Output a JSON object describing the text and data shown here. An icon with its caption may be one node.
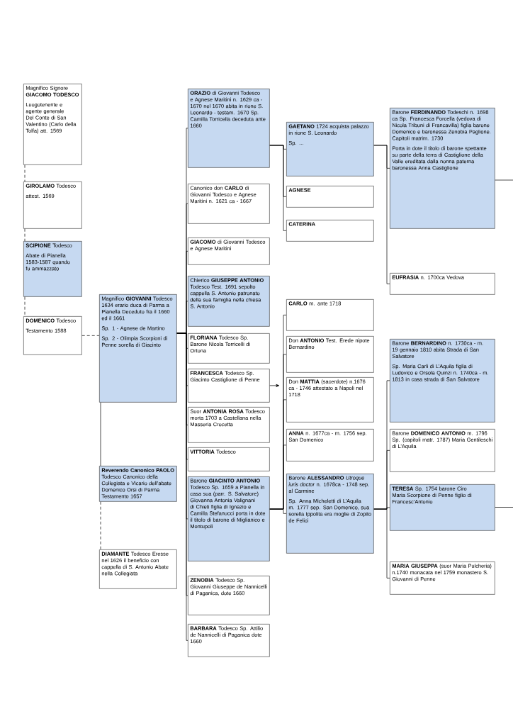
{
  "diagram": {
    "nodes": [
      {
        "text": [
          "Magnifico Signore **GIACOMO TODESCO**",
          "Luogotenente e agente generale Del Conte di San Valentino (Carlo della Tolfa) att. 1569"
        ]
      },
      {
        "text": [
          "**GIROLAMO** Todesco",
          "attest. 1569"
        ]
      },
      {
        "text": [
          "**SCIPIONE** Todesco",
          "Abate di Pianella 1583-1587 quando fu ammazzato"
        ]
      },
      {
        "text": [
          "**DOMENICO** Todesco",
          "Testamento 1588"
        ]
      },
      {
        "text": [
          "Magnifico **GIOVANNI** Todesco 1634 erario duca di Parma a Pianella Deceduto fra il 1660 ed il 1661",
          "Sp. 1 - Agnese de Martino",
          "Sp. 2 - Olimpia Scorpioni di Penne sorella di Giacinto"
        ]
      },
      {
        "text": [
          "**Reverendo Canonico PAOLO** Todesco Canonico della Collegiata e Vicario dell’abate Domenico Orsi di Parma Testamento 1657"
        ]
      },
      {
        "text": [
          "**DIAMANTE** Todesco Eresse nel 1626 il beneficio con cappella di S. Antonio Abate nella Collegiata"
        ]
      },
      {
        "text": [
          "**ORAZIO** di Giovanni Todesco e Agnese Maritini n. 1629 ca - 1670 nel 1670 abita in rione S. Leonardo - testam. 1670 Sp. Camilla Torricella deceduta ante 1660"
        ]
      },
      {
        "text": [
          "Canonico don **CARLO** di Giovanni Todesco e Agnese Maritini n. 1621 ca - 1667"
        ]
      },
      {
        "text": [
          "**GIACOMO** di Giovanni Todesco e Agnese Maritini"
        ]
      },
      {
        "text": [
          "Chierico **GIUSEPPE ANTONIO** Todesco Test. 1691 sepolto cappella S. Antonio patronato della sua famiglia nella chiesa S. Antonio"
        ]
      },
      {
        "text": [
          "**FLORIANA** Todesco Sp. Barone Nicola Torricelli di Ortona"
        ]
      },
      {
        "text": [
          "**FRANCESCA** Todesco Sp. Giacinto Castiglione di Penne"
        ]
      },
      {
        "text": [
          "Suor **ANTONIA ROSA** Todesco morta 1703 a Castellana nella Masseria Crocetta"
        ]
      },
      {
        "text": [
          "**VITTORIA** Todesco"
        ]
      },
      {
        "text": [
          "Barone **GIACINTO ANTONIO** Todesco Sp. 1659 a Pianella in casa sua (parr. S. Salvatore) Giovanna Antonia Valignani di Chieti figlia di Ignazio e Camilla Stefanucci porta in dote il titolo di barone di Miglianico e Montupoli"
        ]
      },
      {
        "text": [
          "**ZENOBIA** Todesco Sp. Giovanni Giuseppe de Nannicelli di Paganica, dote 1660"
        ]
      },
      {
        "text": [
          "**BARBARA** Todesco Sp. Attilio de Nannicelli di Paganica dote 1660"
        ]
      },
      {
        "text": [
          "**GAETANO** 1724 acquista palazzo in rione S. Leonardo",
          "Sp. ..."
        ]
      },
      {
        "text": [
          "AGNESE"
        ]
      },
      {
        "text": [
          "CATERINA"
        ]
      },
      {
        "text": [
          "**CARLO** m. ante 1718"
        ]
      },
      {
        "text": [
          "Don **ANTONIO** Test. Erede nipote Bernardino"
        ]
      },
      {
        "text": [
          "Don **MATTIA** (sacerdote) n.1676 ca - 1746 attestato a Napoli nel 1718"
        ]
      },
      {
        "text": [
          "**ANNA** n. 1677ca - m. 1756 sep. San Domenico"
        ]
      },
      {
        "text": [
          "Barone **ALESSANDRO** *Utroque iuris doctor* n. 1678ca - 1748 sep. al Carmine",
          "Sp. Anna Micheletti di L’Aquila m. 1777 sep. San Domenico, sua sorella Ippolita era moglie di Zopito de Felici"
        ]
      },
      {
        "text": [
          "Barone **FERDINANDO** Todeschi n. 1698 ca Sp. Francesca Forcella (vedova di Nicola Tribuni di Francavilla) figlia barone Domenico e baronessa Zenobia Paglione. Capitoli matrim. 1730",
          "Porta in dote il titolo di barone spettante su parte della terra di Castiglione della Valle ereditata dalla nonna paterna baronessa Anna Castiglione"
        ]
      },
      {
        "text": [
          "**EUFRASIA** n. 1700ca Vedova"
        ]
      },
      {
        "text": [
          "Barone **BERNARDINO** n. 1730ca - m. 19 gennaio 1810 abita Strada di San Salvatore",
          "Sp. Maria Carli di L’Aquila figlia di Ludovico e Orsola Quinzi n. 1740ca - m. 1813 in casa strada di San Salvatore"
        ]
      },
      {
        "text": [
          "Barone **DOMENICO ANTONIO** m. 1796 Sp. (capitoli matr. 1787) Maria Gentileschi di L’Aquila"
        ]
      },
      {
        "text": [
          "**TERESA** Sp. 1754 barone Ciro Maria Scorpione di Penne figlio di Francesc’Antonio"
        ]
      },
      {
        "text": [
          "**MARIA GIUSEPPA** (suor Maria Pulcheria) n.1740 monacata nel 1759 monastero S. Giovanni di Penne"
        ]
      }
    ],
    "edges": [
      {
        "from": 0,
        "to": 1,
        "arrow": "none",
        "style": "dashed"
      },
      {
        "from": 1,
        "to": 2,
        "arrow": "none",
        "style": "dashed"
      },
      {
        "from": 2,
        "to": 3,
        "arrow": "none",
        "style": "dashed"
      },
      {
        "from": 3,
        "to": 4,
        "arrow": "none",
        "style": "dashed"
      },
      {
        "from": 4,
        "to": 5,
        "arrow": "none"
      },
      {
        "from": 5,
        "to": 6,
        "arrow": "none",
        "style": "dashed"
      },
      {
        "from": 4,
        "to": 7,
        "arrow": "none"
      },
      {
        "from": 4,
        "to": 8,
        "arrow": "none"
      },
      {
        "from": 4,
        "to": 9,
        "arrow": "none"
      },
      {
        "from": 4,
        "to": 10,
        "arrow": "none"
      },
      {
        "from": 4,
        "to": 11,
        "arrow": "none"
      },
      {
        "from": 4,
        "to": 12,
        "arrow": "none"
      },
      {
        "from": 4,
        "to": 13,
        "arrow": "none"
      },
      {
        "from": 4,
        "to": 14,
        "arrow": "none"
      },
      {
        "from": 4,
        "to": 15,
        "arrow": "none"
      },
      {
        "from": 4,
        "to": 16,
        "arrow": "none"
      },
      {
        "from": 4,
        "to": 17,
        "arrow": "none"
      },
      {
        "from": 7,
        "to": 18,
        "arrow": "none"
      },
      {
        "from": 7,
        "to": 19,
        "arrow": "none"
      },
      {
        "from": 7,
        "to": 20,
        "arrow": "none"
      },
      {
        "from": 12,
        "to": null,
        "arrow": "to"
      },
      {
        "from": 15,
        "to": 21,
        "arrow": "none"
      },
      {
        "from": 15,
        "to": 22,
        "arrow": "none"
      },
      {
        "from": 15,
        "to": 23,
        "arrow": "none"
      },
      {
        "from": 15,
        "to": 24,
        "arrow": "none"
      },
      {
        "from": 15,
        "to": 25,
        "arrow": "none"
      },
      {
        "from": 18,
        "to": 26,
        "arrow": "none"
      },
      {
        "from": 18,
        "to": 27,
        "arrow": "none"
      },
      {
        "from": 26,
        "to": null,
        "arrow": "none"
      },
      {
        "from": 25,
        "to": 28,
        "arrow": "none"
      },
      {
        "from": 25,
        "to": 29,
        "arrow": "none"
      },
      {
        "from": 25,
        "to": 30,
        "arrow": "none"
      },
      {
        "from": 25,
        "to": 31,
        "arrow": "none"
      },
      {
        "from": 30,
        "to": null,
        "arrow": "none"
      }
    ]
  }
}
